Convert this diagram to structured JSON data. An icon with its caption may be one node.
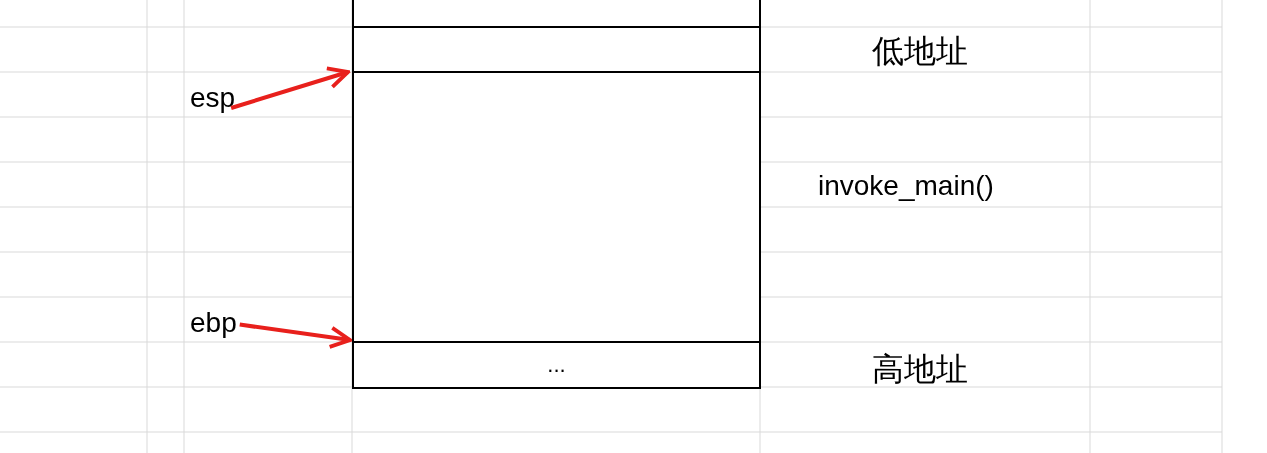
{
  "diagram": {
    "nodes": [
      {
        "text": [],
        "shape": "box"
      },
      {
        "text": [],
        "shape": "box"
      },
      {
        "text": [],
        "shape": "box"
      },
      {
        "text": [
          "..."
        ]
      },
      {
        "text": [
          "esp"
        ]
      },
      {
        "text": [
          "ebp"
        ]
      }
    ],
    "edges": [
      {
        "from": 4,
        "to": 2,
        "arrow": "to"
      },
      {
        "from": 5,
        "to": 2,
        "arrow": "to"
      }
    ],
    "labels": [
      "低地址",
      "invoke_main()",
      "高地址"
    ]
  }
}
